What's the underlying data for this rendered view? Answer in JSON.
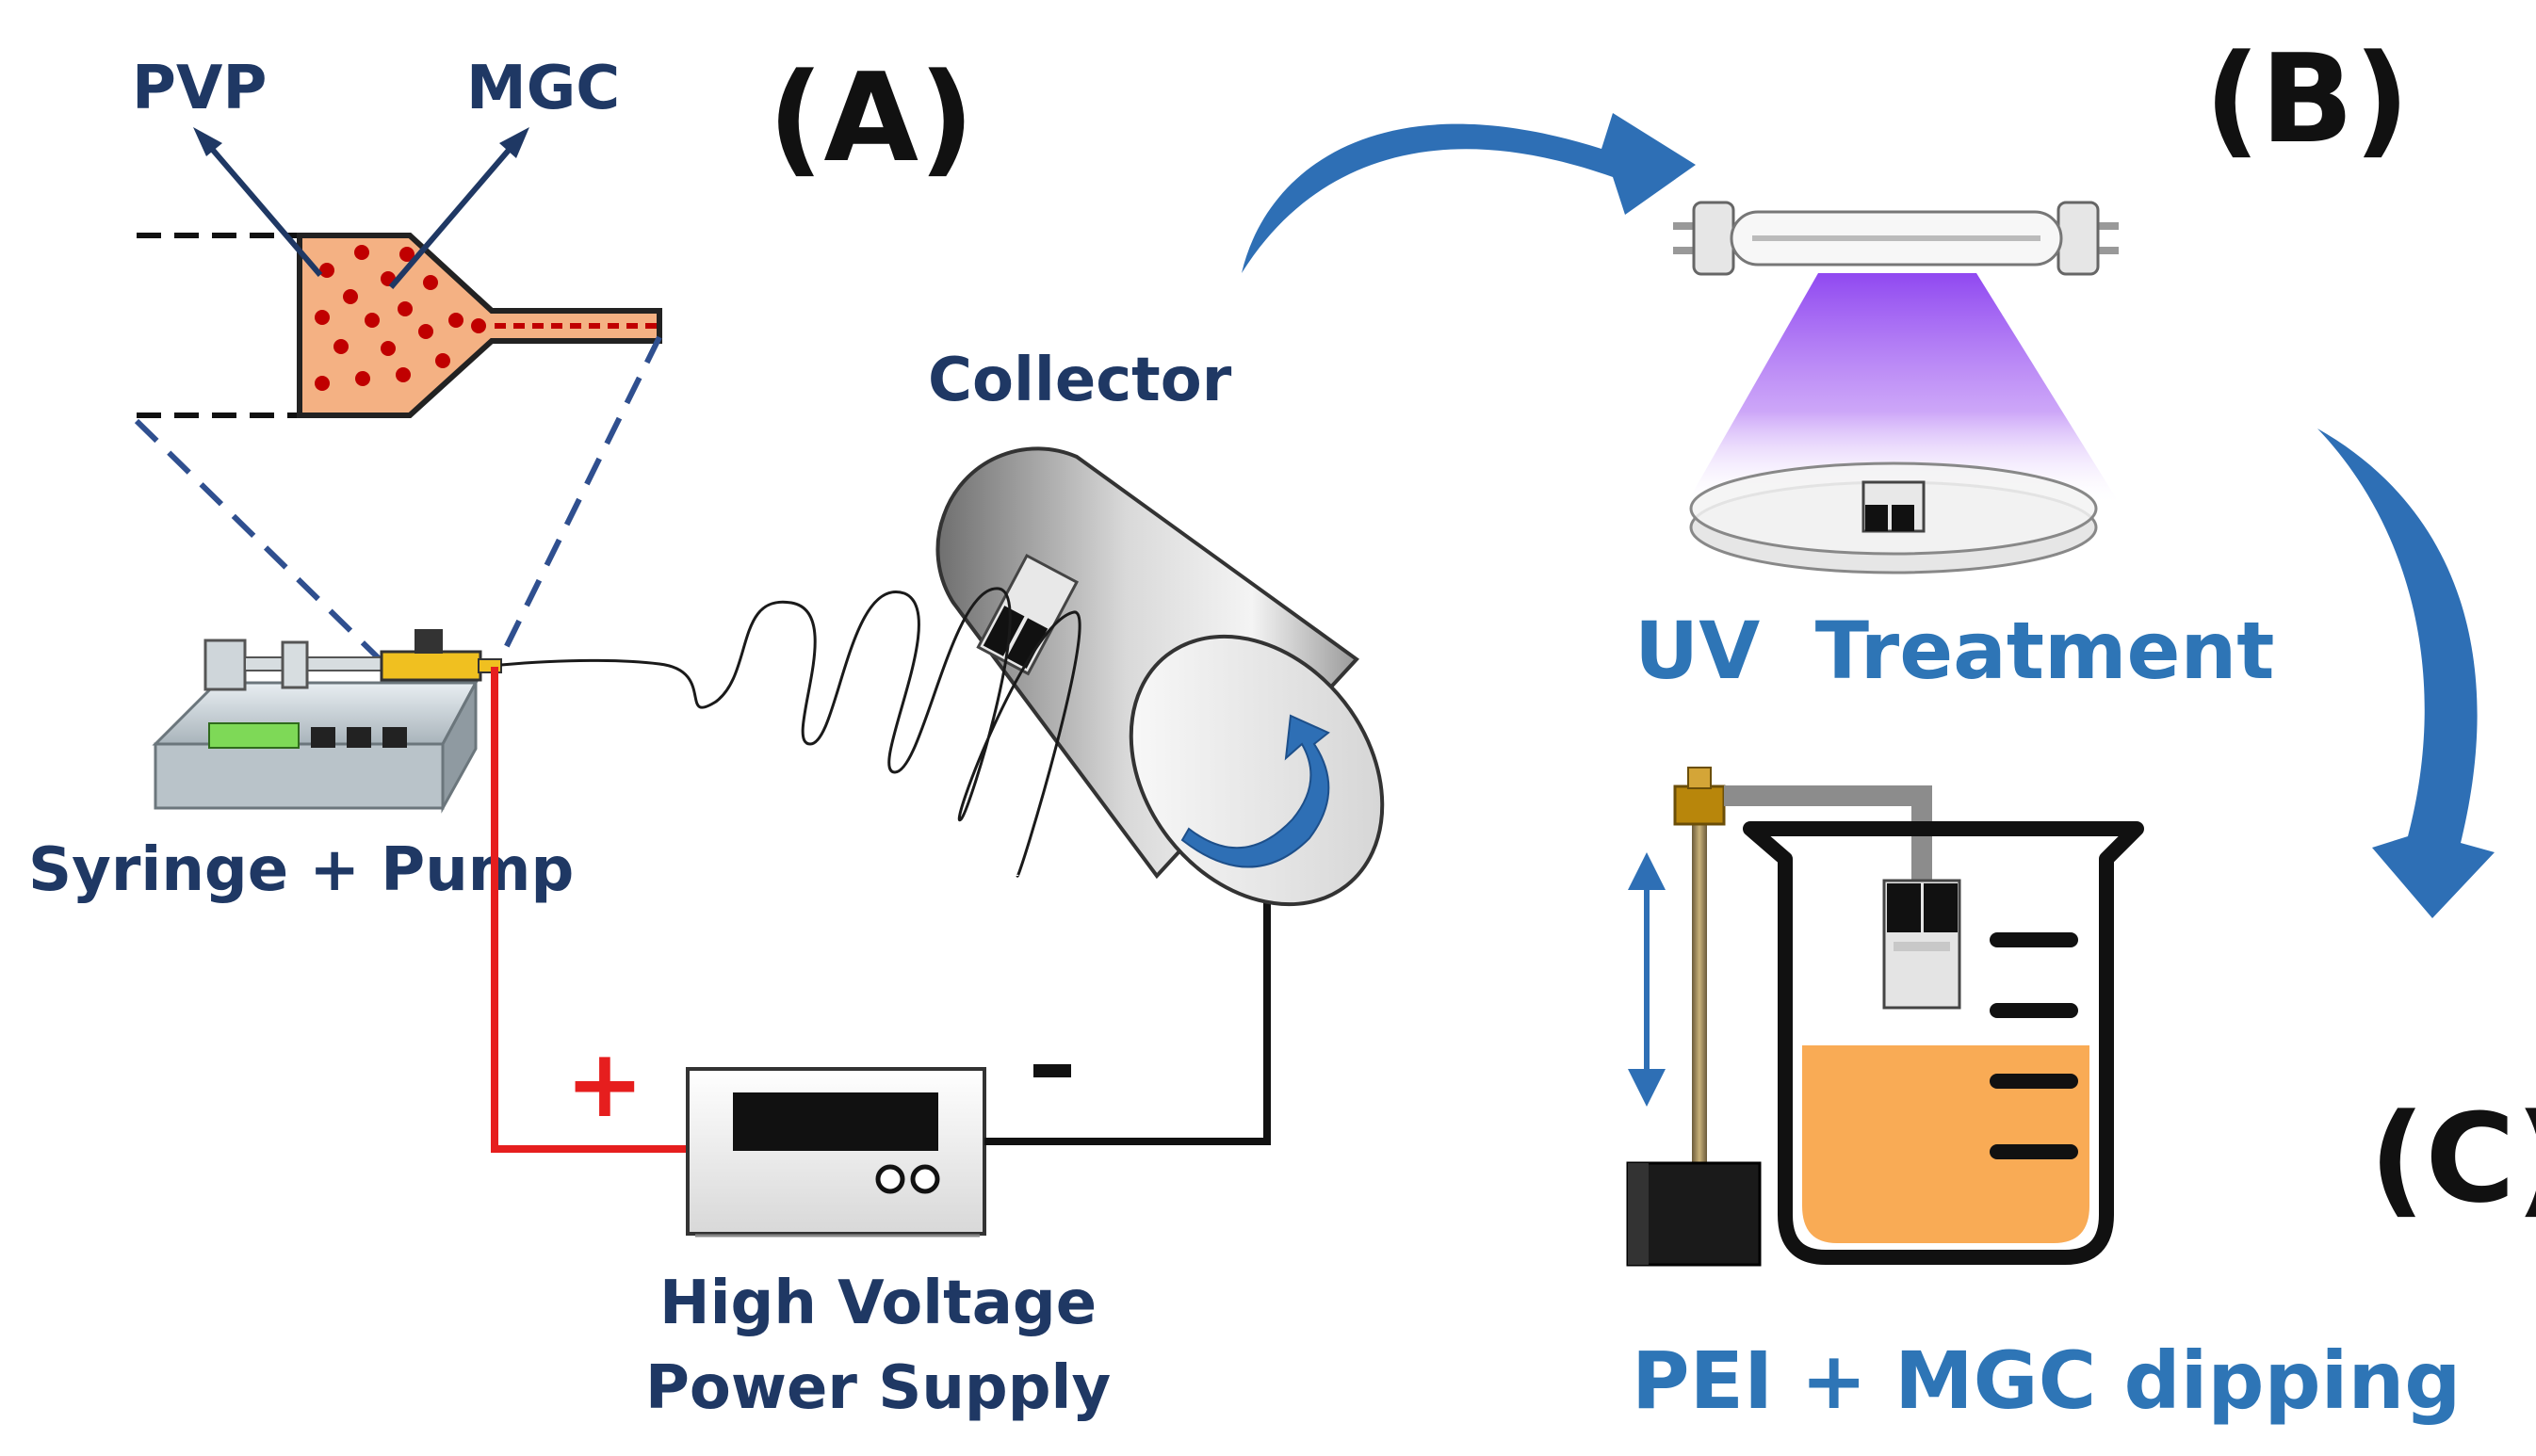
{
  "panels": {
    "a": "(A)",
    "b": "(B)",
    "c": "(C)"
  },
  "labels": {
    "pvp": "PVP",
    "mgc": "MGC",
    "collector": "Collector",
    "syringe_pump": "Syringe + Pump",
    "hv_line1": "High Voltage",
    "hv_line2": "Power Supply",
    "uv_treatment": "UV  Treatment",
    "dipping": "PEI + MGC dipping",
    "plus": "+",
    "minus": "-"
  },
  "colors": {
    "navy": "#1f3864",
    "blue": "#2e75b6",
    "arrow_blue": "#2e6fb5",
    "red_wire": "#e61e1e",
    "solution": "#f4b183",
    "particle": "#c00000",
    "liquid": "#f9ab55",
    "uv": "#a24bf0"
  }
}
